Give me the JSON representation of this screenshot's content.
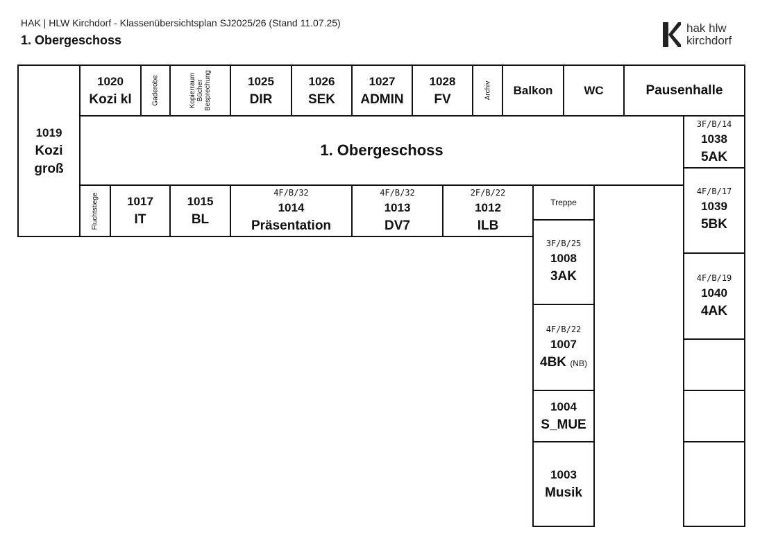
{
  "header": {
    "subtitle": "HAK | HLW Kirchdorf - Klassenübersichtsplan SJ2025/26 (Stand 11.07.25)",
    "title": "1. Obergeschoss"
  },
  "logo": {
    "line1": "hak hlw",
    "line2": "kirchdorf",
    "icon": "k-logo-icon"
  },
  "corridor_label": "1. Obergeschoss",
  "rooms": {
    "r1019": {
      "number": "1019",
      "name1": "Kozi",
      "name2": "groß"
    },
    "r1020": {
      "number": "1020",
      "name": "Kozi kl"
    },
    "gaderobe": "Gaderobe",
    "kopierraum": {
      "l1": "Kopierraum",
      "l2": "Bücher",
      "l3": "Besprechung"
    },
    "r1025": {
      "number": "1025",
      "name": "DIR"
    },
    "r1026": {
      "number": "1026",
      "name": "SEK"
    },
    "r1027": {
      "number": "1027",
      "name": "ADMIN"
    },
    "r1028": {
      "number": "1028",
      "name": "FV"
    },
    "archiv": "Archiv",
    "balkon": "Balkon",
    "wc": "WC",
    "pausenhalle": "Pausenhalle",
    "fluchtstiege": "Fluchtstiege",
    "r1017": {
      "number": "1017",
      "name": "IT"
    },
    "r1015": {
      "number": "1015",
      "name": "BL"
    },
    "r1014": {
      "code": "4F/B/32",
      "number": "1014",
      "name": "Präsentation"
    },
    "r1013": {
      "code": "4F/B/32",
      "number": "1013",
      "name": "DV7"
    },
    "r1012": {
      "code": "2F/B/22",
      "number": "1012",
      "name": "ILB"
    },
    "treppe": "Treppe",
    "r1008": {
      "code": "3F/B/25",
      "number": "1008",
      "name": "3AK"
    },
    "r1007": {
      "code": "4F/B/22",
      "number": "1007",
      "name": "4BK",
      "note": "(NB)"
    },
    "r1004": {
      "number": "1004",
      "name": "S_MUE"
    },
    "r1003": {
      "number": "1003",
      "name": "Musik"
    },
    "r1038": {
      "code": "3F/B/14",
      "number": "1038",
      "name": "5AK"
    },
    "r1039": {
      "code": "4F/B/17",
      "number": "1039",
      "name": "5BK"
    },
    "r1040": {
      "code": "4F/B/19",
      "number": "1040",
      "name": "4AK"
    }
  }
}
